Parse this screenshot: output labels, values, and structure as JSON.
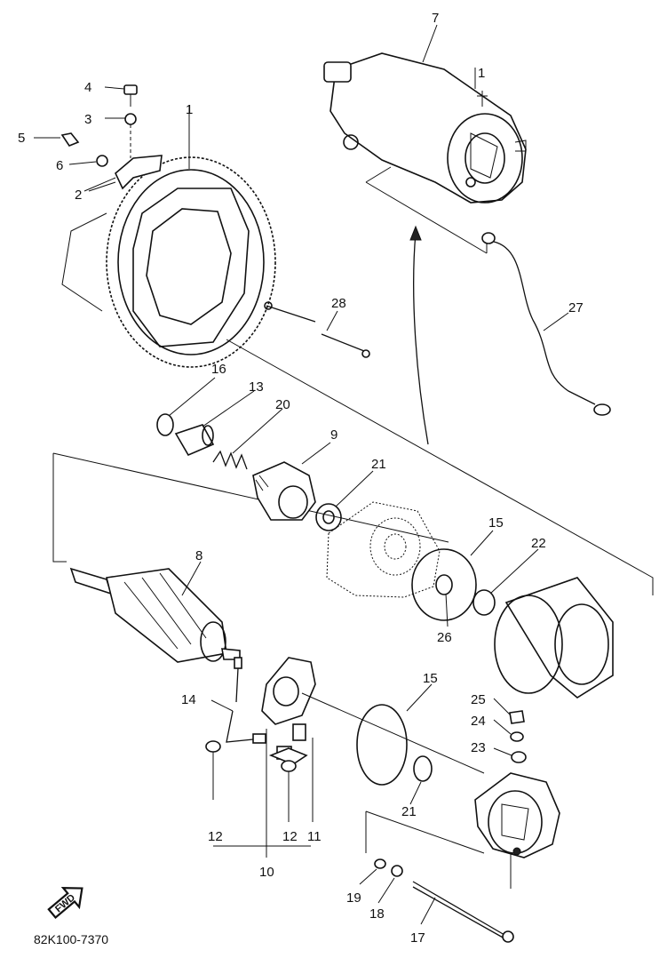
{
  "diagram": {
    "part_code": "82K100-7370",
    "fwd_label": "FWD",
    "callouts": [
      {
        "id": "c1a",
        "text": "1"
      },
      {
        "id": "c1b",
        "text": "1"
      },
      {
        "id": "c2",
        "text": "2"
      },
      {
        "id": "c3",
        "text": "3"
      },
      {
        "id": "c4",
        "text": "4"
      },
      {
        "id": "c5",
        "text": "5"
      },
      {
        "id": "c6",
        "text": "6"
      },
      {
        "id": "c7",
        "text": "7"
      },
      {
        "id": "c8",
        "text": "8"
      },
      {
        "id": "c9",
        "text": "9"
      },
      {
        "id": "c10",
        "text": "10"
      },
      {
        "id": "c11",
        "text": "11"
      },
      {
        "id": "c12a",
        "text": "12"
      },
      {
        "id": "c12b",
        "text": "12"
      },
      {
        "id": "c13",
        "text": "13"
      },
      {
        "id": "c14",
        "text": "14"
      },
      {
        "id": "c15a",
        "text": "15"
      },
      {
        "id": "c15b",
        "text": "15"
      },
      {
        "id": "c16",
        "text": "16"
      },
      {
        "id": "c17",
        "text": "17"
      },
      {
        "id": "c18",
        "text": "18"
      },
      {
        "id": "c19",
        "text": "19"
      },
      {
        "id": "c20",
        "text": "20"
      },
      {
        "id": "c21a",
        "text": "21"
      },
      {
        "id": "c21b",
        "text": "21"
      },
      {
        "id": "c22",
        "text": "22"
      },
      {
        "id": "c23",
        "text": "23"
      },
      {
        "id": "c24",
        "text": "24"
      },
      {
        "id": "c25",
        "text": "25"
      },
      {
        "id": "c26",
        "text": "26"
      },
      {
        "id": "c27",
        "text": "27"
      },
      {
        "id": "c28",
        "text": "28"
      }
    ]
  }
}
